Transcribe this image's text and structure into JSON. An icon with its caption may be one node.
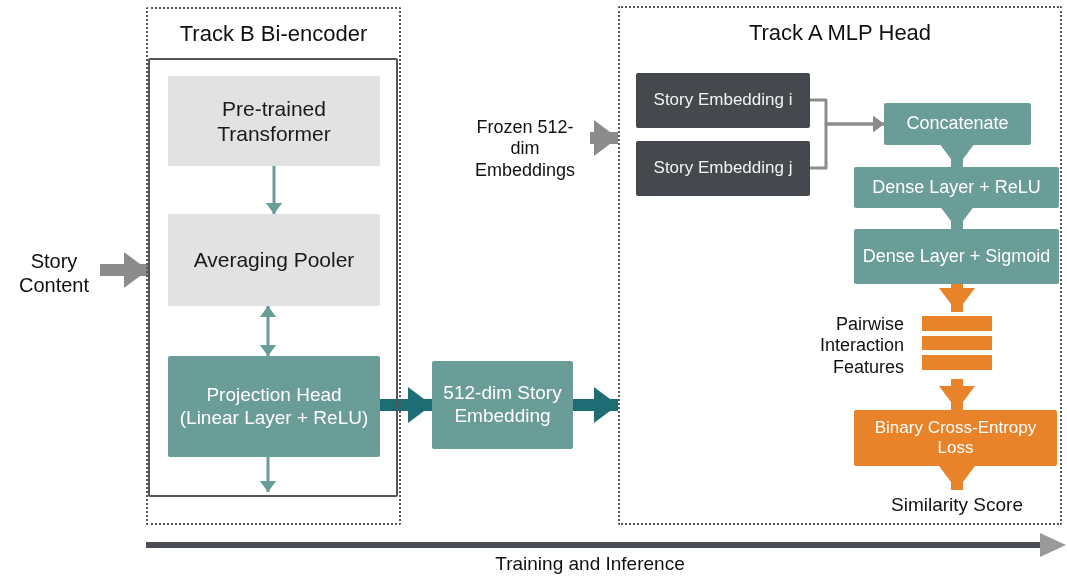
{
  "diagram": {
    "nodes": [
      {
        "text": [
          "Track B Bi-encoder"
        ]
      },
      {
        "text": [],
        "shape": "box",
        "in": 0
      },
      {
        "text": [
          "Pre-trained Transformer"
        ],
        "in": 1
      },
      {
        "text": [
          "Averaging Pooler"
        ],
        "in": 1
      },
      {
        "text": [
          "Projection Head (Linear Layer + ReLU)"
        ],
        "in": 1
      },
      {
        "text": [
          "Story Content"
        ]
      },
      {
        "text": [
          "512-dim Story Embedding"
        ]
      },
      {
        "text": [
          "Frozen 512-dim Embeddings"
        ]
      },
      {
        "text": [
          "Track A MLP Head"
        ]
      },
      {
        "text": [
          "Story Embedding i"
        ],
        "in": 8
      },
      {
        "text": [
          "Story Embedding j"
        ],
        "in": 8
      },
      {
        "text": [
          "Concatenate"
        ],
        "in": 8
      },
      {
        "text": [
          "Dense Layer + ReLU"
        ],
        "in": 8
      },
      {
        "text": [
          "Dense Layer + Sigmoid"
        ],
        "in": 8
      },
      {
        "text": [],
        "shape": "bar",
        "in": 8,
        "beside": [
          "Pairwise Interaction Features"
        ]
      },
      {
        "text": [
          "Binary Cross-Entropy Loss"
        ],
        "in": 8
      },
      {
        "text": [
          "Similarity Score"
        ],
        "in": 8
      }
    ],
    "edges": [
      {
        "from": 5,
        "to": 1,
        "arrow": "to",
        "color": "#8c8c8c"
      },
      {
        "from": 2,
        "to": 3,
        "arrow": "to"
      },
      {
        "from": 3,
        "to": 4,
        "arrow": "both"
      },
      {
        "from": 4,
        "to": null,
        "arrow": "to"
      },
      {
        "from": 4,
        "to": 6,
        "arrow": "to",
        "color": "#1f6d74"
      },
      {
        "from": 6,
        "to": 8,
        "arrow": "to",
        "color": "#1f6d74"
      },
      {
        "from": 7,
        "to": 8,
        "arrow": "to",
        "color": "#8c8c8c"
      },
      {
        "from": 9,
        "to": 11,
        "arrow": "to",
        "color": "#8c8c8c"
      },
      {
        "from": 10,
        "to": 11,
        "arrow": "to",
        "color": "#8c8c8c"
      },
      {
        "from": 11,
        "to": 12,
        "arrow": "to"
      },
      {
        "from": 12,
        "to": 13,
        "arrow": "to"
      },
      {
        "from": 13,
        "to": 14,
        "arrow": "to",
        "color": "#e8832a"
      },
      {
        "from": 14,
        "to": 15,
        "arrow": "to",
        "color": "#e8832a"
      },
      {
        "from": 15,
        "to": 16,
        "arrow": "to",
        "color": "#e8832a"
      }
    ],
    "labels": [
      "Training and Inference"
    ]
  }
}
